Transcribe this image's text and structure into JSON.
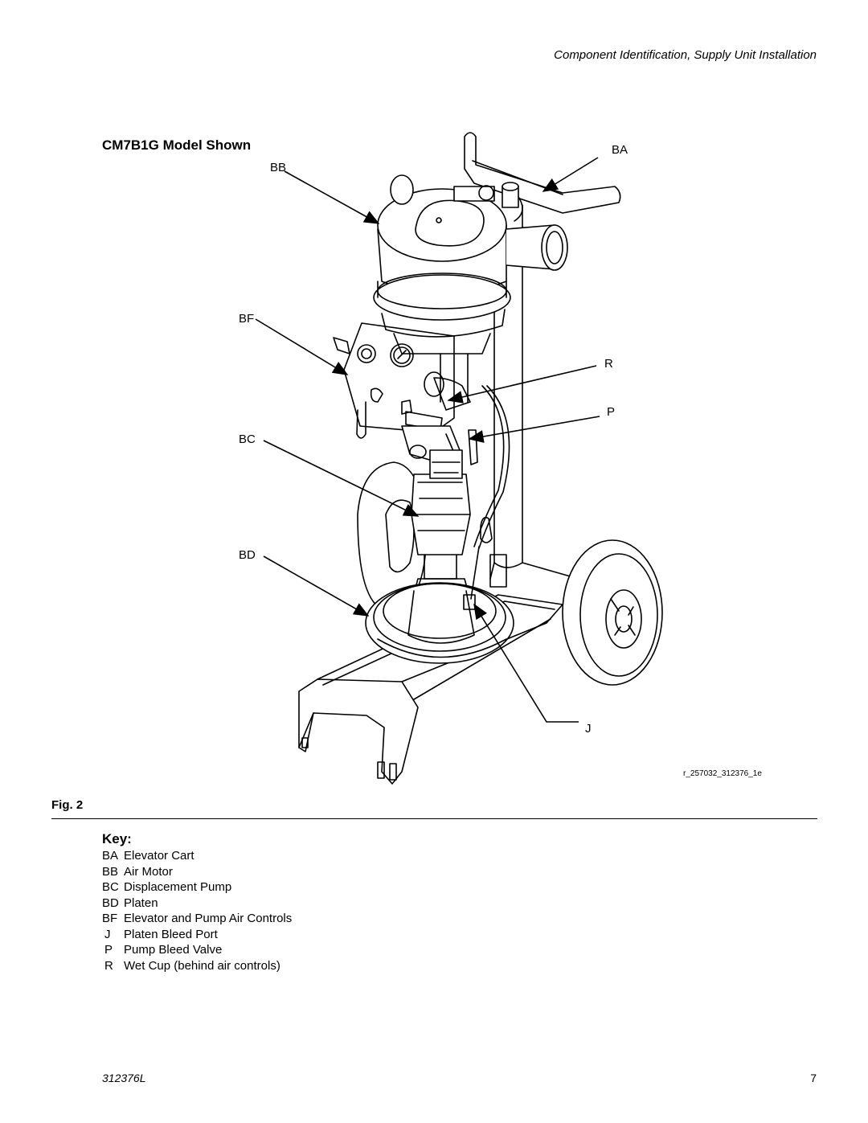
{
  "header": {
    "section_title": "Component Identification, Supply Unit Installation"
  },
  "figure": {
    "model_title": "CM7B1G Model Shown",
    "callouts": {
      "BA": "BA",
      "BB": "BB",
      "BF": "BF",
      "BC": "BC",
      "BD": "BD",
      "R": "R",
      "P": "P",
      "J": "J"
    },
    "image_id": "r_257032_312376_1e",
    "caption_prefix": "Fig.",
    "caption_number": "2"
  },
  "key": {
    "title": "Key:",
    "items": [
      {
        "code": "BA",
        "label": "Elevator Cart"
      },
      {
        "code": "BB",
        "label": "Air Motor"
      },
      {
        "code": "BC",
        "label": "Displacement Pump"
      },
      {
        "code": "BD",
        "label": "Platen"
      },
      {
        "code": "BF",
        "label": "Elevator and Pump Air Controls"
      },
      {
        "code": "J",
        "label": "Platen Bleed Port"
      },
      {
        "code": "P",
        "label": "Pump Bleed Valve"
      },
      {
        "code": "R",
        "label": "Wet Cup (behind air controls)"
      }
    ]
  },
  "footer": {
    "doc_number": "312376L",
    "page_number": "7"
  }
}
